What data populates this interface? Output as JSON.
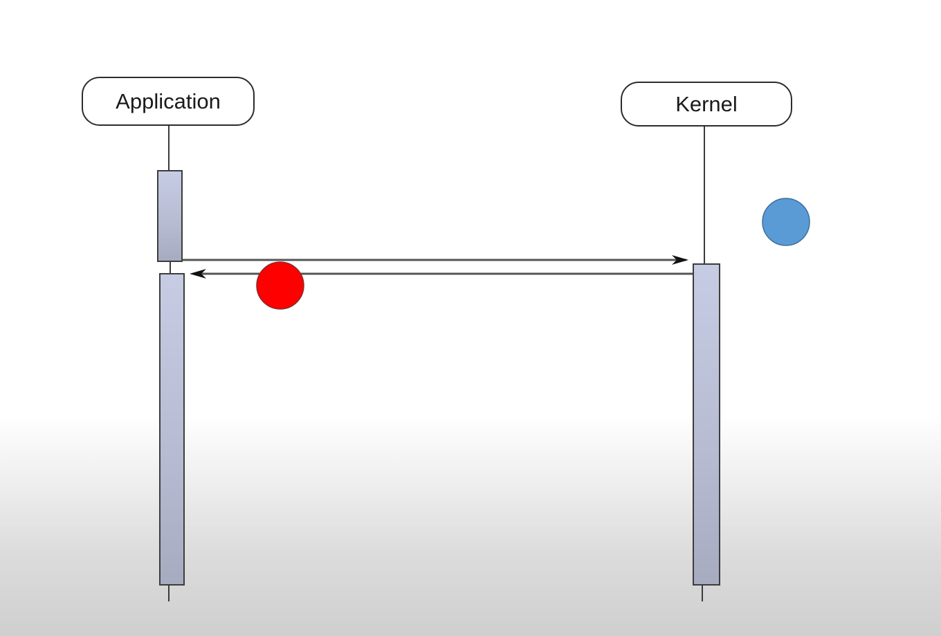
{
  "diagram": {
    "type": "sequence",
    "participants": [
      {
        "id": "application",
        "label": "Application"
      },
      {
        "id": "kernel",
        "label": "Kernel"
      }
    ],
    "messages": [
      {
        "from": "application",
        "to": "kernel",
        "label": ""
      },
      {
        "from": "kernel",
        "to": "application",
        "label": ""
      }
    ],
    "markers": [
      {
        "name": "red-dot",
        "color": "#ff0000"
      },
      {
        "name": "blue-dot",
        "color": "#5b9bd5"
      }
    ]
  },
  "colors": {
    "activation_fill": "#c1c7de",
    "line": "#3a3a3a",
    "red_marker": "#ff0000",
    "blue_marker": "#5b9bd5"
  }
}
